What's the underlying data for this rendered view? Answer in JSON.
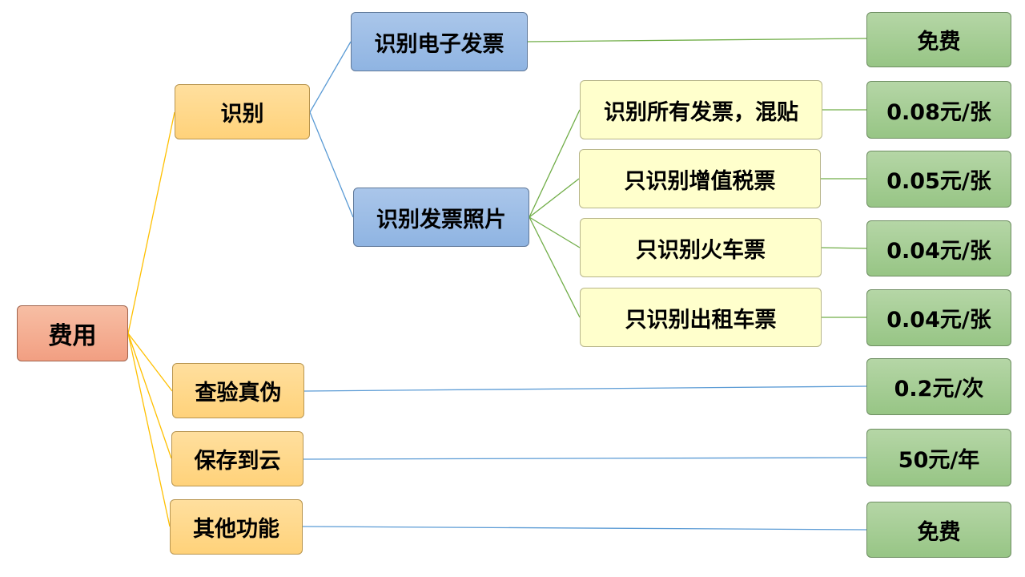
{
  "root": {
    "label": "费用"
  },
  "branches": {
    "recognize": {
      "label": "识别"
    },
    "verify": {
      "label": "查验真伪"
    },
    "save": {
      "label": "保存到云"
    },
    "other": {
      "label": "其他功能"
    }
  },
  "recognize_children": {
    "e_invoice": {
      "label": "识别电子发票"
    },
    "photo": {
      "label": "识别发票照片"
    }
  },
  "photo_children": [
    {
      "label": "识别所有发票，混贴"
    },
    {
      "label": "只识别增值税票"
    },
    {
      "label": "只识别火车票"
    },
    {
      "label": "只识别出租车票"
    }
  ],
  "prices": {
    "e_invoice": "免费",
    "all": "0.08元/张",
    "vat": "0.05元/张",
    "train": "0.04元/张",
    "taxi": "0.04元/张",
    "verify": "0.2元/次",
    "save": "50元/年",
    "other": "免费"
  },
  "colors": {
    "root_links": "#ffc000",
    "blue_links": "#5b9bd5",
    "green_links": "#70ad47"
  }
}
